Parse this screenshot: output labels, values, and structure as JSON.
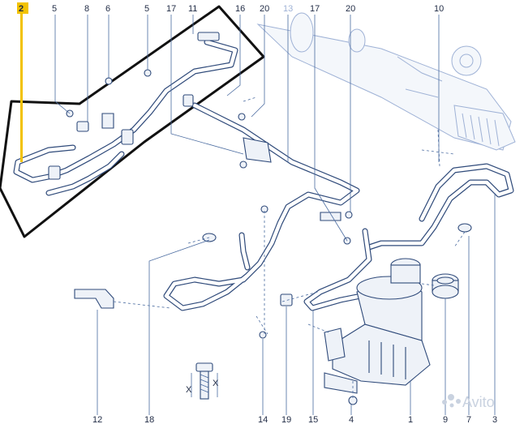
{
  "diagram": {
    "callouts_top": [
      "2",
      "5",
      "8",
      "6",
      "5",
      "17",
      "11",
      "16",
      "20",
      "13",
      "17",
      "20",
      "10"
    ],
    "callouts_bottom": [
      "12",
      "18",
      "14",
      "19",
      "15",
      "4",
      "1",
      "9",
      "7",
      "3"
    ],
    "highlighted_callout": "2",
    "measure_marks": [
      "X",
      "X"
    ],
    "watermark": "Avito"
  },
  "colors": {
    "line": "#2f4a7a",
    "leader": "#4a6ba0",
    "highlight_bar": "#f2c200",
    "outline": "#111111"
  }
}
